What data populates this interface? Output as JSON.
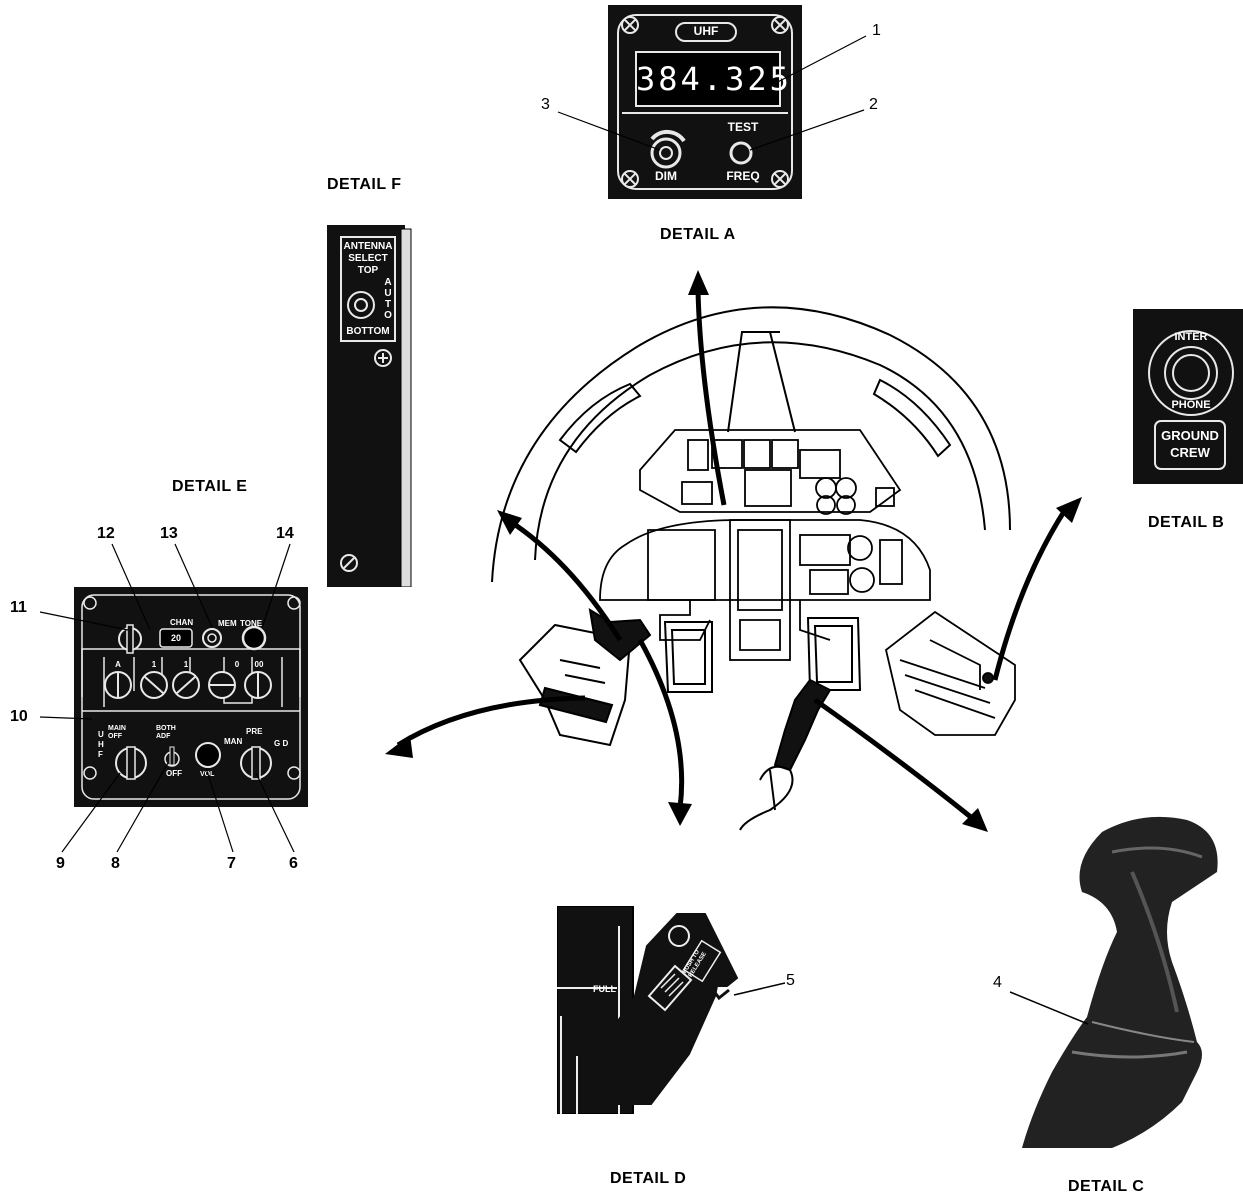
{
  "details": {
    "a": {
      "caption": "DETAIL A",
      "badge": "UHF",
      "frequency": "384.325",
      "test_label": "TEST",
      "dim_label": "DIM",
      "freq_label": "FREQ"
    },
    "b": {
      "caption": "DETAIL B",
      "ring_top": "INTER",
      "ring_bottom": "PHONE",
      "button_line1": "GROUND",
      "button_line2": "CREW"
    },
    "c": {
      "caption": "DETAIL C"
    },
    "d": {
      "caption": "DETAIL D",
      "full_label": "FULL",
      "plate_line1": "PUSH TO",
      "plate_line2": "RELEASE"
    },
    "e": {
      "caption": "DETAIL E",
      "chan_label": "CHAN",
      "chan_value": "20",
      "mem_label": "MEM",
      "tone_label": "TONE",
      "digit_labels": [
        "A",
        "1",
        "1",
        "0",
        "00"
      ],
      "main_off_line1": "MAIN",
      "main_off_line2": "OFF",
      "both_adf_line1": "BOTH",
      "both_adf_line2": "ADF",
      "off_label": "OFF",
      "man_label": "MAN",
      "pre_label": "PRE",
      "gd_label": "G D",
      "vol_label": "VOL",
      "uhf_letters": [
        "U",
        "H",
        "F"
      ]
    },
    "f": {
      "caption": "DETAIL F",
      "antenna": "ANTENNA",
      "select": "SELECT",
      "top": "TOP",
      "auto_letters": [
        "A",
        "U",
        "T",
        "O"
      ],
      "bottom": "BOTTOM"
    }
  },
  "callouts": {
    "n1": "1",
    "n2": "2",
    "n3": "3",
    "n4": "4",
    "n5": "5",
    "n6": "6",
    "n7": "7",
    "n8": "8",
    "n9": "9",
    "n10": "10",
    "n11": "11",
    "n12": "12",
    "n13": "13",
    "n14": "14"
  }
}
